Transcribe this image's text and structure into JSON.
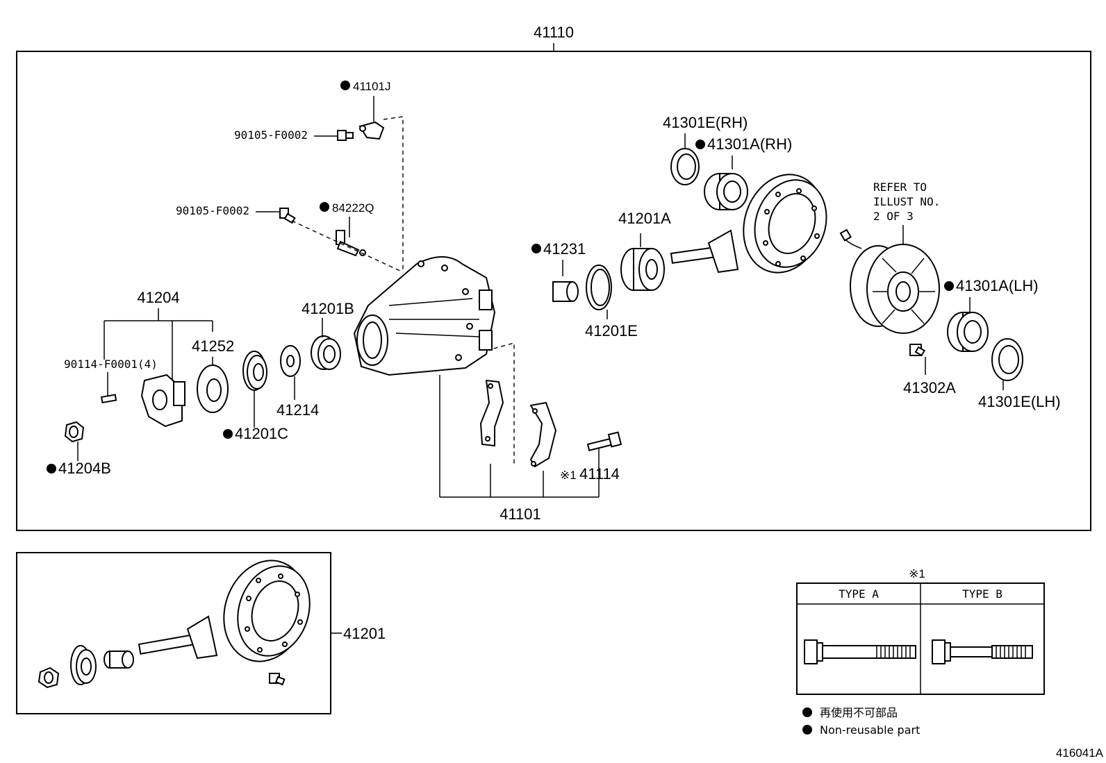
{
  "assembly": {
    "top_label": "41110",
    "bottom_label": "41201",
    "diagram_id": "416041A"
  },
  "parts": {
    "p41101J": "41101J",
    "p90105_a": "90105-F0002",
    "p90105_b": "90105-F0002",
    "p84222Q": "84222Q",
    "p41204": "41204",
    "p90114": "90114-F0001(4)",
    "p41252": "41252",
    "p41201B": "41201B",
    "p41214": "41214",
    "p41201C": "41201C",
    "p41204B": "41204B",
    "p41101": "41101",
    "p41114": "41114",
    "p41114_mark": "※1",
    "p41231": "41231",
    "p41201A": "41201A",
    "p41201E": "41201E",
    "p41301E_RH": "41301E(RH)",
    "p41301A_RH": "41301A(RH)",
    "p41301A_LH": "41301A(LH)",
    "p41302A": "41302A",
    "p41301E_LH": "41301E(LH)"
  },
  "refer_note": [
    "REFER TO",
    "ILLUST NO.",
    "2 OF 3"
  ],
  "type_table": {
    "mark": "※1",
    "type_a": "TYPE A",
    "type_b": "TYPE B"
  },
  "legend": {
    "jp": "再使用不可部品",
    "en": "Non-reusable part"
  }
}
